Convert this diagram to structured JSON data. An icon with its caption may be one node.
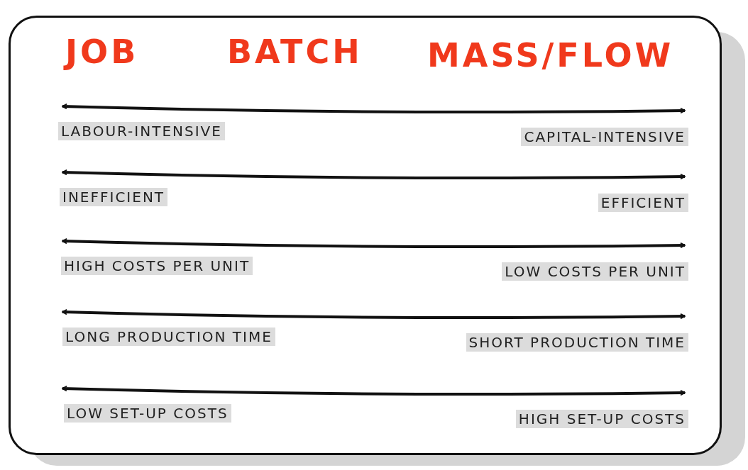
{
  "diagram": {
    "labels": [
      "JOB",
      "BATCH",
      "MASS/FLOW",
      "LABOUR-INTENSIVE",
      "CAPITAL-INTENSIVE",
      "INEFFICIENT",
      "EFFICIENT",
      "HIGH COSTS PER UNIT",
      "LOW COSTS PER UNIT",
      "LONG PRODUCTION TIME",
      "SHORT PRODUCTION TIME",
      "LOW SET-UP COSTS",
      "HIGH SET-UP COSTS"
    ]
  }
}
